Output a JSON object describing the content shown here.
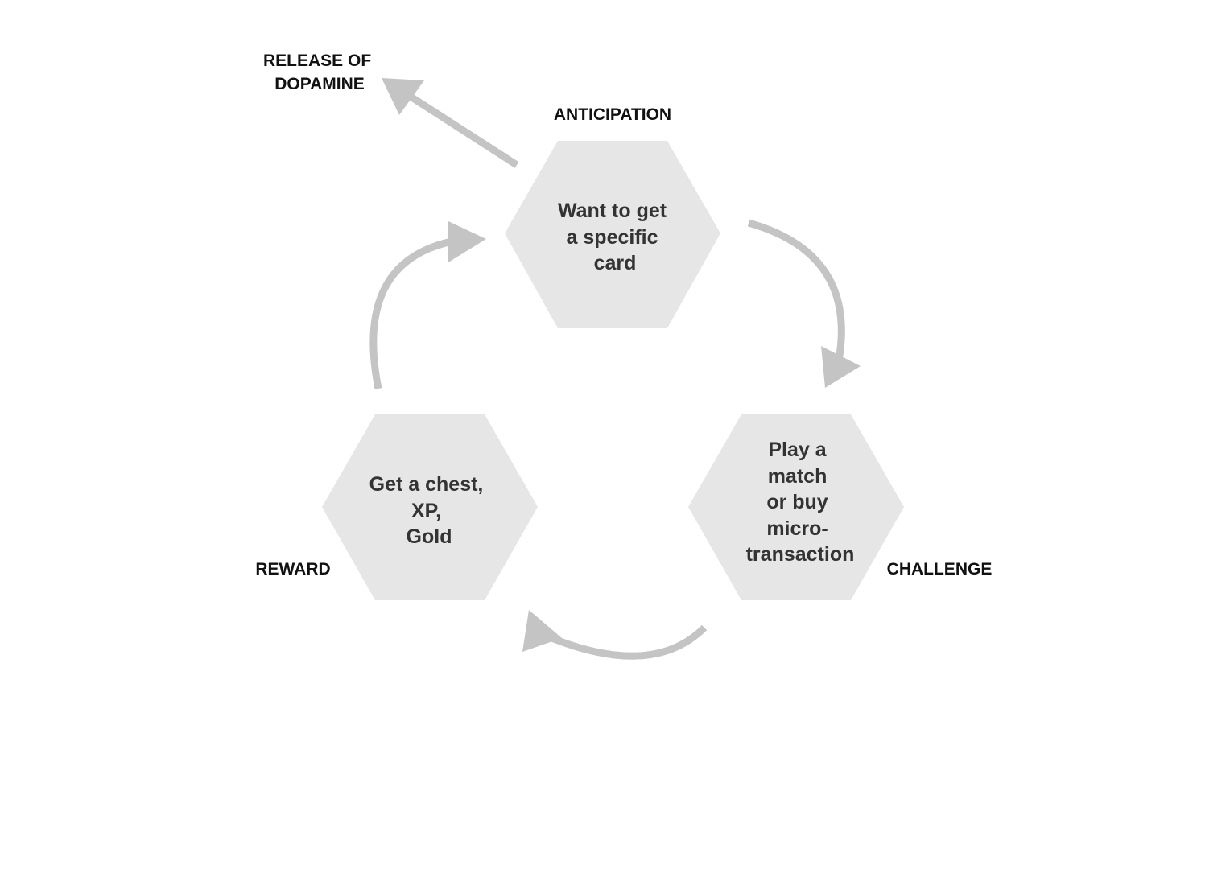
{
  "colors": {
    "hexagon_fill": "#e6e6e6",
    "arrow": "#c4c4c4",
    "label_text": "#111111",
    "hex_text": "#333333",
    "background": "#ffffff"
  },
  "labels": {
    "release": [
      "RELEASE OF",
      "DOPAMINE"
    ],
    "anticipation": "ANTICIPATION",
    "reward": "REWARD",
    "challenge": "CHALLENGE"
  },
  "hexagons": {
    "anticipation": [
      "Want to get",
      "a specific",
      "card"
    ],
    "reward": [
      "Get a chest,",
      "XP,",
      "Gold"
    ],
    "challenge": [
      "Play a",
      "match",
      "or buy",
      "micro-",
      "transaction"
    ]
  }
}
